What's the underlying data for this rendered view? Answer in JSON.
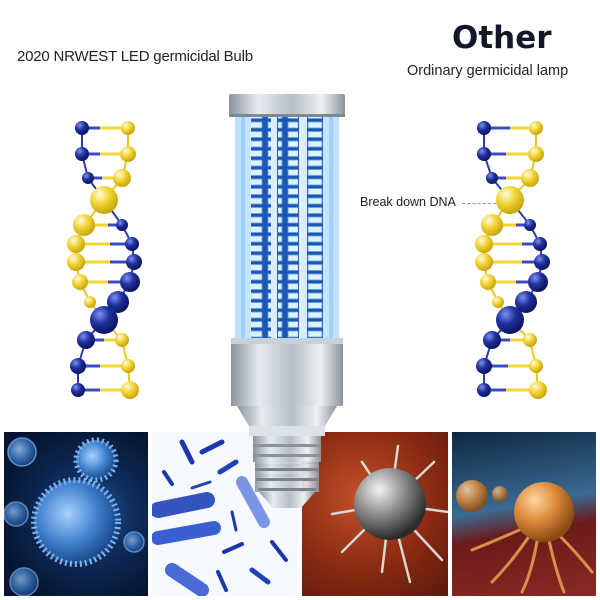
{
  "header": {
    "left_title": "2020 NRWEST LED germicidal Bulb",
    "right_heading": "Other",
    "right_subtitle": "Ordinary germicidal lamp"
  },
  "annotation": {
    "dna_label": "Break down DNA"
  },
  "illustrations": {
    "center": "led-corn-bulb-e27",
    "left_helix": "dna-helix",
    "right_helix": "dna-helix",
    "bottom_panels": [
      "blue-virus",
      "blue-bacteria",
      "grey-microbe-on-red",
      "orange-cancer-cell"
    ]
  },
  "colors": {
    "dna_blue": "#1f2f9e",
    "dna_yellow": "#f2d433",
    "led_blue": "#2c6fd1",
    "bulb_silver": "#b9c2cc",
    "virus_bg": "#0a1c3a",
    "red_bg": "#8a2a12"
  }
}
